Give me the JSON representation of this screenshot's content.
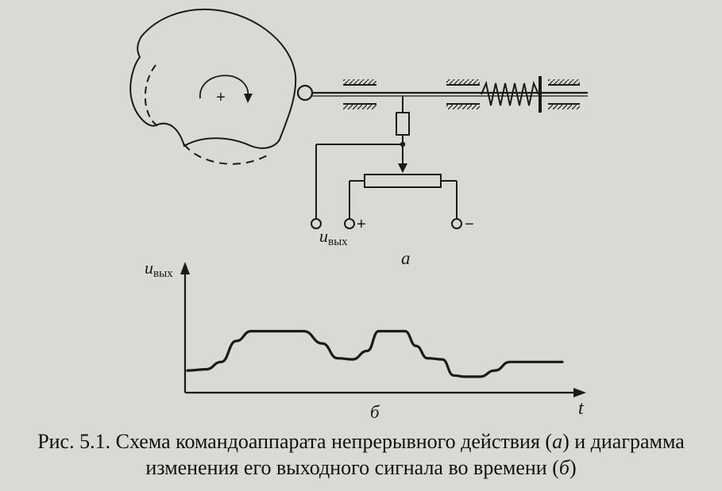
{
  "scheme": {
    "output_symbol": "u",
    "output_subscript": "вых",
    "plus_sign": "+",
    "minus_sign": "−",
    "center_plus": "+",
    "sublabel": "а"
  },
  "chart": {
    "y_symbol": "u",
    "y_subscript": "вых",
    "x_symbol": "t",
    "sublabel": "б"
  },
  "chart_data": {
    "type": "line",
    "xlabel": "t",
    "ylabel": "uвых",
    "grid": false,
    "series": [
      {
        "x": [
          0,
          0.05,
          0.09,
          0.13,
          0.17,
          0.21,
          0.26,
          0.31,
          0.36,
          0.4,
          0.44,
          0.48,
          0.51,
          0.55,
          0.58,
          0.61,
          0.64,
          0.68,
          0.71,
          0.74,
          0.78,
          0.82,
          0.86,
          0.9,
          0.94,
          1.0
        ],
        "y": [
          0.18,
          0.19,
          0.25,
          0.42,
          0.5,
          0.5,
          0.5,
          0.5,
          0.4,
          0.28,
          0.27,
          0.34,
          0.5,
          0.5,
          0.5,
          0.38,
          0.28,
          0.27,
          0.14,
          0.13,
          0.13,
          0.18,
          0.25,
          0.25,
          0.25,
          0.25
        ]
      }
    ]
  },
  "caption": {
    "line1_a": "Рис. 5.1. Схема командоаппарата непрерывного действия (",
    "line1_b": "а",
    "line1_c": ") и диаграмма",
    "line2_a": "изменения его выходного сигнала во времени (",
    "line2_b": "б",
    "line2_c": ")"
  }
}
